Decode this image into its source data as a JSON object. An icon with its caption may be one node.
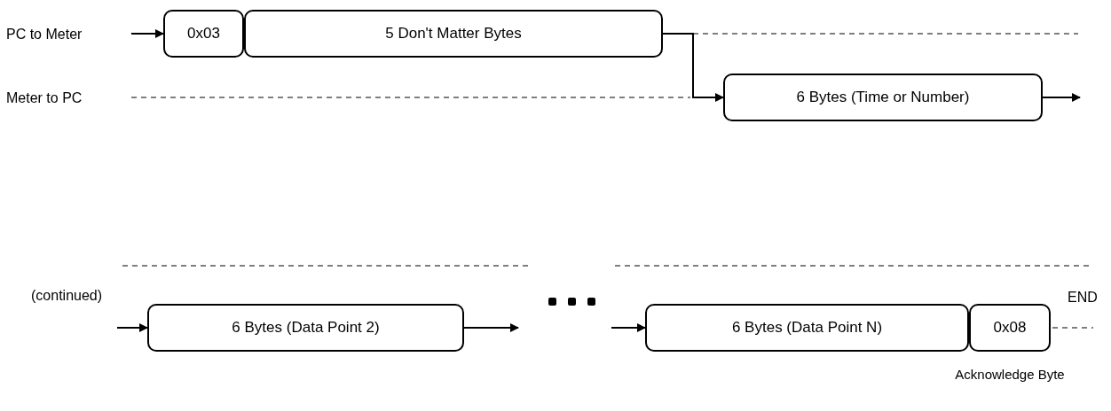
{
  "diagram": {
    "nodes": [
      {
        "text": [
          "0x03"
        ]
      },
      {
        "text": [
          "5 Don't Matter Bytes"
        ]
      },
      {
        "text": [
          "6 Bytes (Time or Number)"
        ]
      },
      {
        "text": [
          "6 Bytes (Data Point 2)"
        ]
      },
      {
        "text": [
          "6 Bytes (Data Point N)"
        ]
      },
      {
        "text": [
          "0x08"
        ],
        "beside": [
          "Acknowledge Byte"
        ]
      }
    ],
    "edges": [
      {
        "from": null,
        "to": 0,
        "arrow": "to"
      },
      {
        "from": 1,
        "to": 2,
        "arrow": "to"
      },
      {
        "from": 2,
        "to": null,
        "arrow": "to"
      },
      {
        "from": null,
        "to": 3,
        "arrow": "to"
      },
      {
        "from": 3,
        "to": null,
        "arrow": "to"
      },
      {
        "from": null,
        "to": 4,
        "arrow": "to"
      }
    ],
    "labels": [
      "PC to Meter",
      "Meter to PC",
      "(continued)",
      "END"
    ]
  }
}
